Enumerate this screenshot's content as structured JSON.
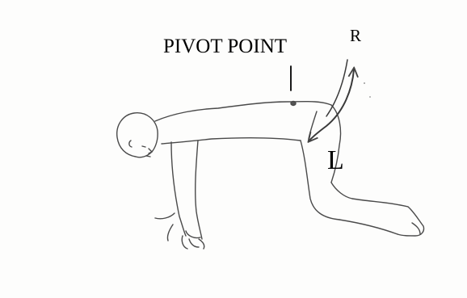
{
  "labels": {
    "pivot": "PIVOT POINT",
    "r": "R",
    "l": "L"
  },
  "colors": {
    "ink": "#444444",
    "label": "#000000",
    "background": "#fdfdfc"
  }
}
